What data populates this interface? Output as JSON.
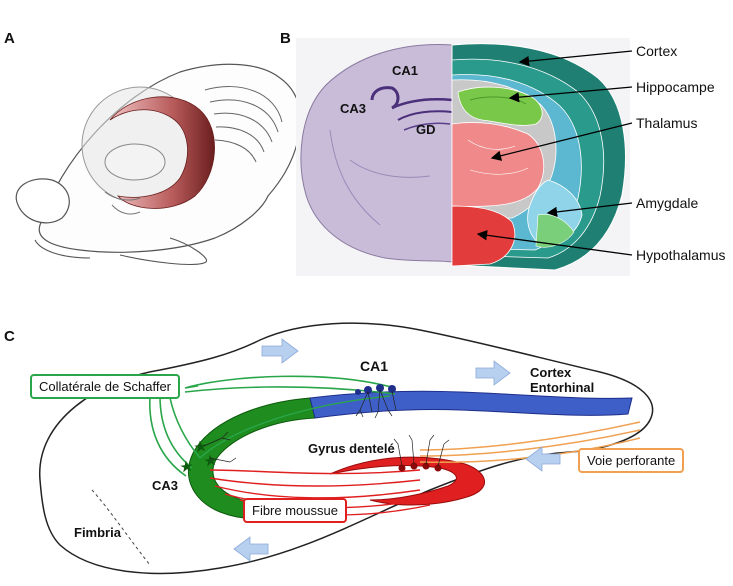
{
  "panels": {
    "a": "A",
    "b": "B",
    "c": "C"
  },
  "panel_b": {
    "section_labels": {
      "ca1": "CA1",
      "ca3": "CA3",
      "gd": "GD"
    },
    "regions": [
      "Cortex",
      "Hippocampe",
      "Thalamus",
      "Amygdale",
      "Hypothalamus"
    ]
  },
  "panel_c": {
    "ca1": "CA1",
    "ca3": "CA3",
    "cortex_line1": "Cortex",
    "cortex_line2": "Entorhinal",
    "gyrus": "Gyrus dentelé",
    "fimbria": "Fimbria",
    "schaffer": "Collatérale de Schaffer",
    "voie": "Voie perforante",
    "fibre": "Fibre moussue"
  },
  "colors": {
    "ca3_green": "#1e8c1e",
    "ca1_blue": "#3f5fc8",
    "dentate_red": "#e02020",
    "schaffer_green": "#2aa64a",
    "perforant_orange": "#f0a050",
    "arrow_fill": "#b8d0f0"
  }
}
